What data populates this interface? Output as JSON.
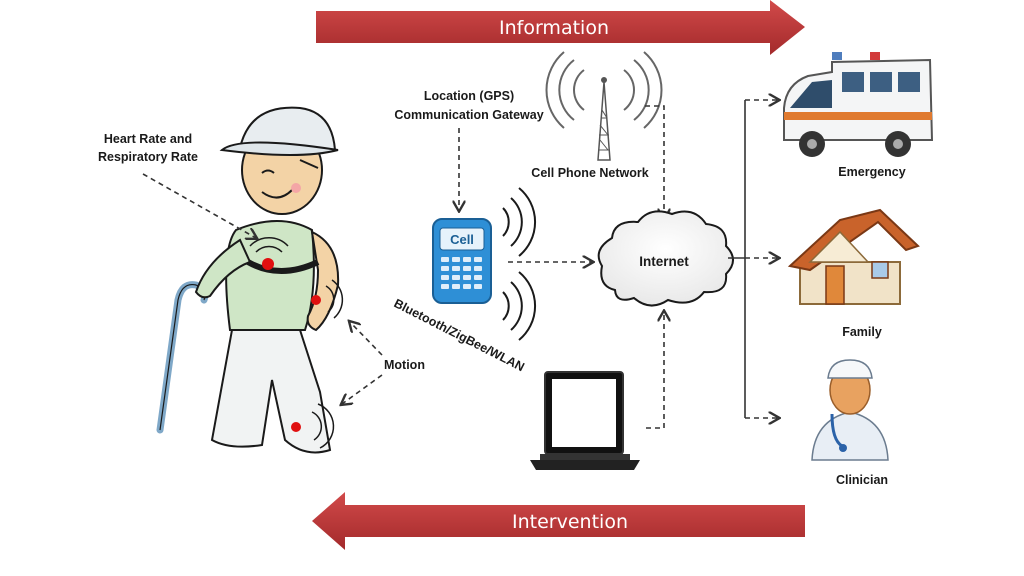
{
  "banner_top": {
    "label": "Information",
    "color": "#c0393a"
  },
  "banner_bottom": {
    "label": "Intervention",
    "color": "#c0393a"
  },
  "labels": {
    "heart_rate_line1": "Heart Rate and",
    "heart_rate_line2": "Respiratory Rate",
    "location_line1": "Location (GPS)",
    "location_line2": "Communication Gateway",
    "cell_network": "Cell Phone Network",
    "phone_screen": "Cell",
    "bluetooth": "Bluetooth/ZigBee/WLAN",
    "motion": "Motion",
    "internet": "Internet",
    "emergency": "Emergency",
    "family": "Family",
    "clinician": "Clinician"
  },
  "icons": {
    "patient": "elderly-man-with-cane-icon",
    "phone": "smartphone-icon",
    "tower": "cell-tower-icon",
    "cloud": "cloud-icon",
    "laptop": "laptop-icon",
    "ambulance": "ambulance-icon",
    "house": "house-icon",
    "doctor": "doctor-icon"
  },
  "colors": {
    "sensor": "#e01010",
    "house_roof": "#c9632b",
    "phone_body": "#2e8fd6"
  }
}
